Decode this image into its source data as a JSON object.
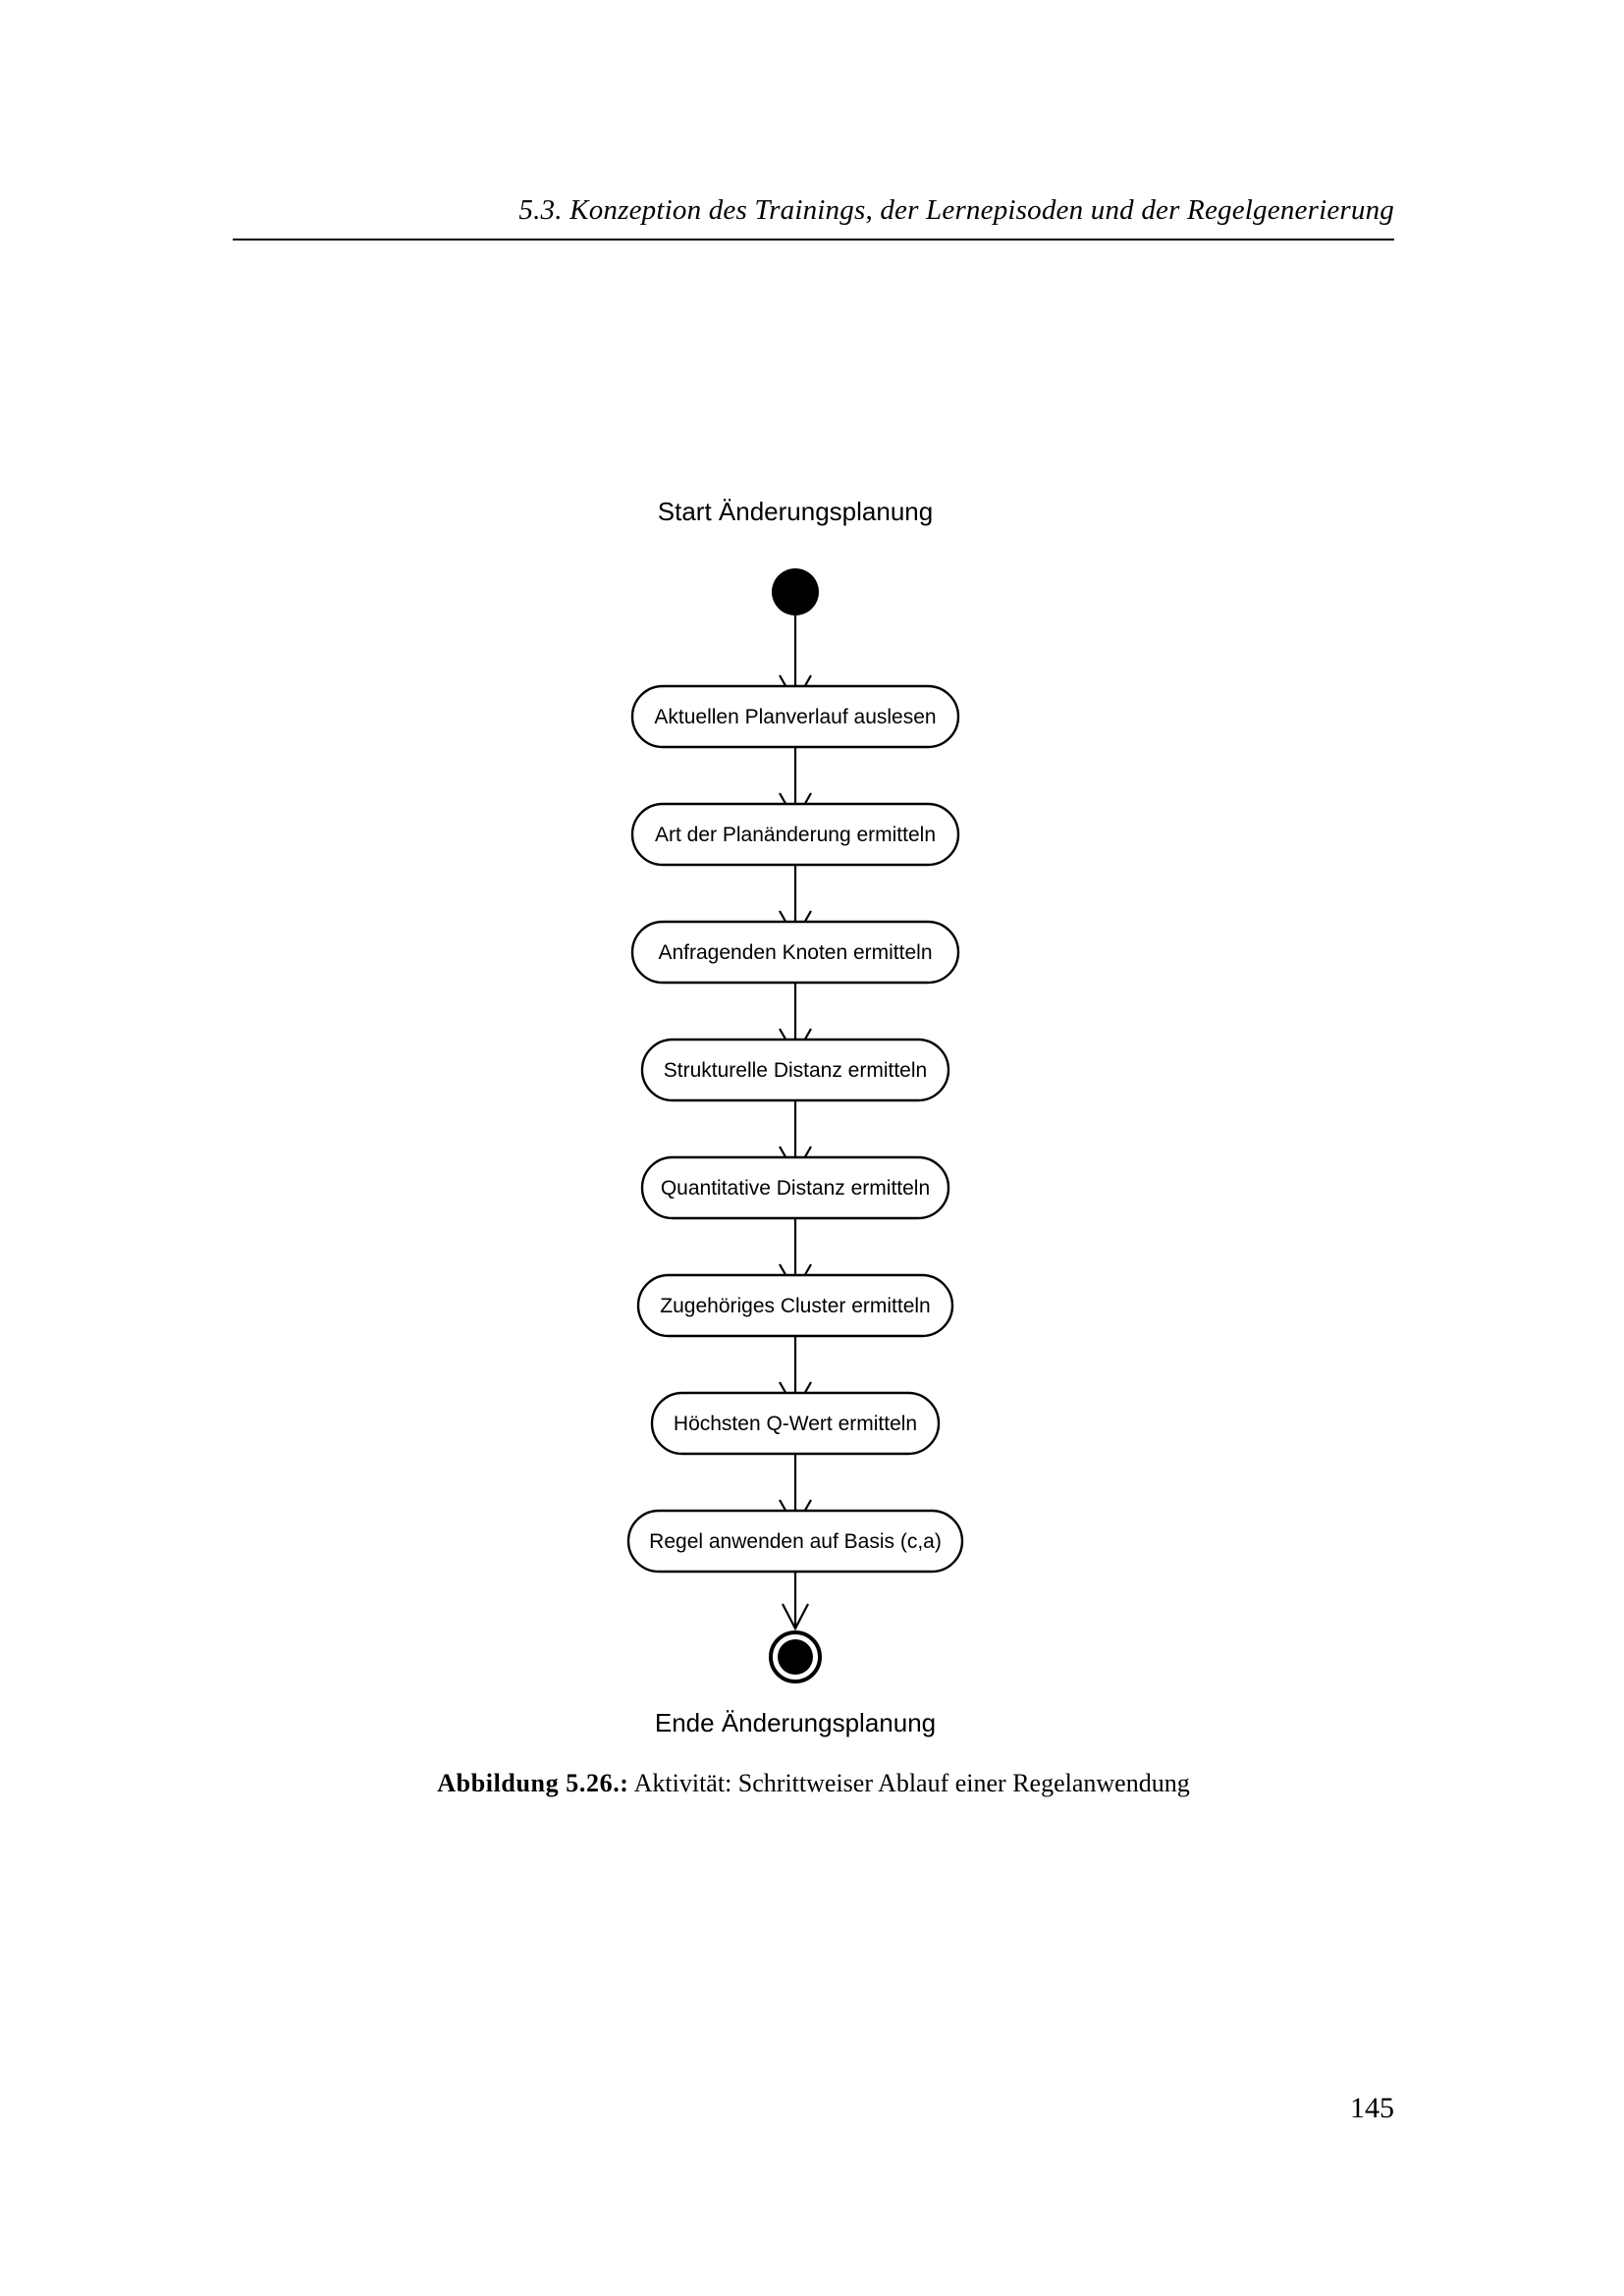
{
  "page": {
    "running_head": "5.3.  Konzeption des Trainings, der Lernepisoden und der Regelgenerierung",
    "page_number": "145"
  },
  "figure": {
    "caption_label": "Abbildung 5.26.:",
    "caption_text": "Aktivität: Schrittweiser Ablauf einer Regelanwendung",
    "start_label": "Start Änderungsplanung",
    "end_label": "Ende Änderungsplanung",
    "diagram_type": "uml-activity-diagram",
    "nodes": [
      {
        "id": "initial",
        "kind": "initial-node",
        "label": ""
      },
      {
        "id": "a1",
        "kind": "action",
        "label": "Aktuellen Planverlauf auslesen"
      },
      {
        "id": "a2",
        "kind": "action",
        "label": "Art der Planänderung ermitteln"
      },
      {
        "id": "a3",
        "kind": "action",
        "label": "Anfragenden Knoten ermitteln"
      },
      {
        "id": "a4",
        "kind": "action",
        "label": "Strukturelle Distanz ermitteln"
      },
      {
        "id": "a5",
        "kind": "action",
        "label": "Quantitative Distanz ermitteln"
      },
      {
        "id": "a6",
        "kind": "action",
        "label": "Zugehöriges Cluster ermitteln"
      },
      {
        "id": "a7",
        "kind": "action",
        "label": "Höchsten Q-Wert ermitteln"
      },
      {
        "id": "a8",
        "kind": "action",
        "label": "Regel anwenden auf Basis (c,a)"
      },
      {
        "id": "final",
        "kind": "final-node",
        "label": ""
      }
    ],
    "edges": [
      {
        "from": "initial",
        "to": "a1"
      },
      {
        "from": "a1",
        "to": "a2"
      },
      {
        "from": "a2",
        "to": "a3"
      },
      {
        "from": "a3",
        "to": "a4"
      },
      {
        "from": "a4",
        "to": "a5"
      },
      {
        "from": "a5",
        "to": "a6"
      },
      {
        "from": "a6",
        "to": "a7"
      },
      {
        "from": "a7",
        "to": "a8"
      },
      {
        "from": "a8",
        "to": "final"
      }
    ],
    "colors": {
      "stroke": "#000000",
      "fill": "#ffffff",
      "node_fill": "#000000"
    }
  }
}
